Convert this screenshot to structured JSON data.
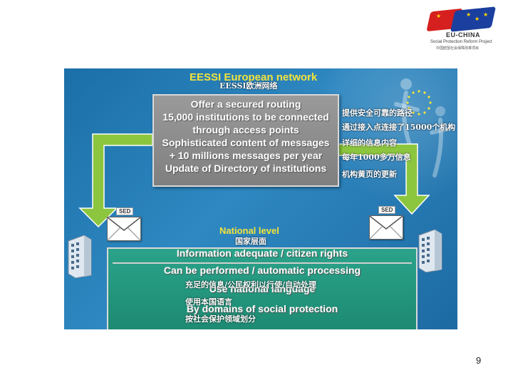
{
  "logo": {
    "title": "EU-CHINA",
    "subtitle": "Social Protection Reform Project",
    "subtitle_cn": "中国欧盟社会保障改革项目"
  },
  "header": {
    "title": "EESSI European network",
    "title_cn": "EESSI欧洲网络"
  },
  "european_box": {
    "lines": [
      "Offer a secured routing",
      "15,000 institutions to be connected",
      "through access points",
      "Sophisticated content of messages",
      "+ 10 millions messages per year",
      "Update of Directory of institutions"
    ]
  },
  "european_cn": [
    "提供安全可靠的路径",
    "通过接入点连接了15000个机构",
    "详细的信息内容",
    "每年1000多万信息",
    "机构黄页的更新"
  ],
  "envelopes": {
    "left_label": "SED",
    "right_label": "SED"
  },
  "national": {
    "title": "National level",
    "title_cn": "国家层面",
    "lines": [
      "Information adequate / citizen rights",
      "Can be performed / automatic processing",
      "Use national language",
      "By domains of social protection"
    ],
    "lines_cn": [
      "充足的信息/公民权利以行使/自动处理",
      "使用本国语言",
      "按社会保护领域划分"
    ]
  },
  "colors": {
    "background_blue": "#2f88c1",
    "title_yellow": "#f3e33b",
    "arrow_green": "#8cc63f",
    "teal_box": "#2aa38a",
    "grey_box": "#8a8a8a"
  },
  "footer": {
    "page_number": "9"
  }
}
